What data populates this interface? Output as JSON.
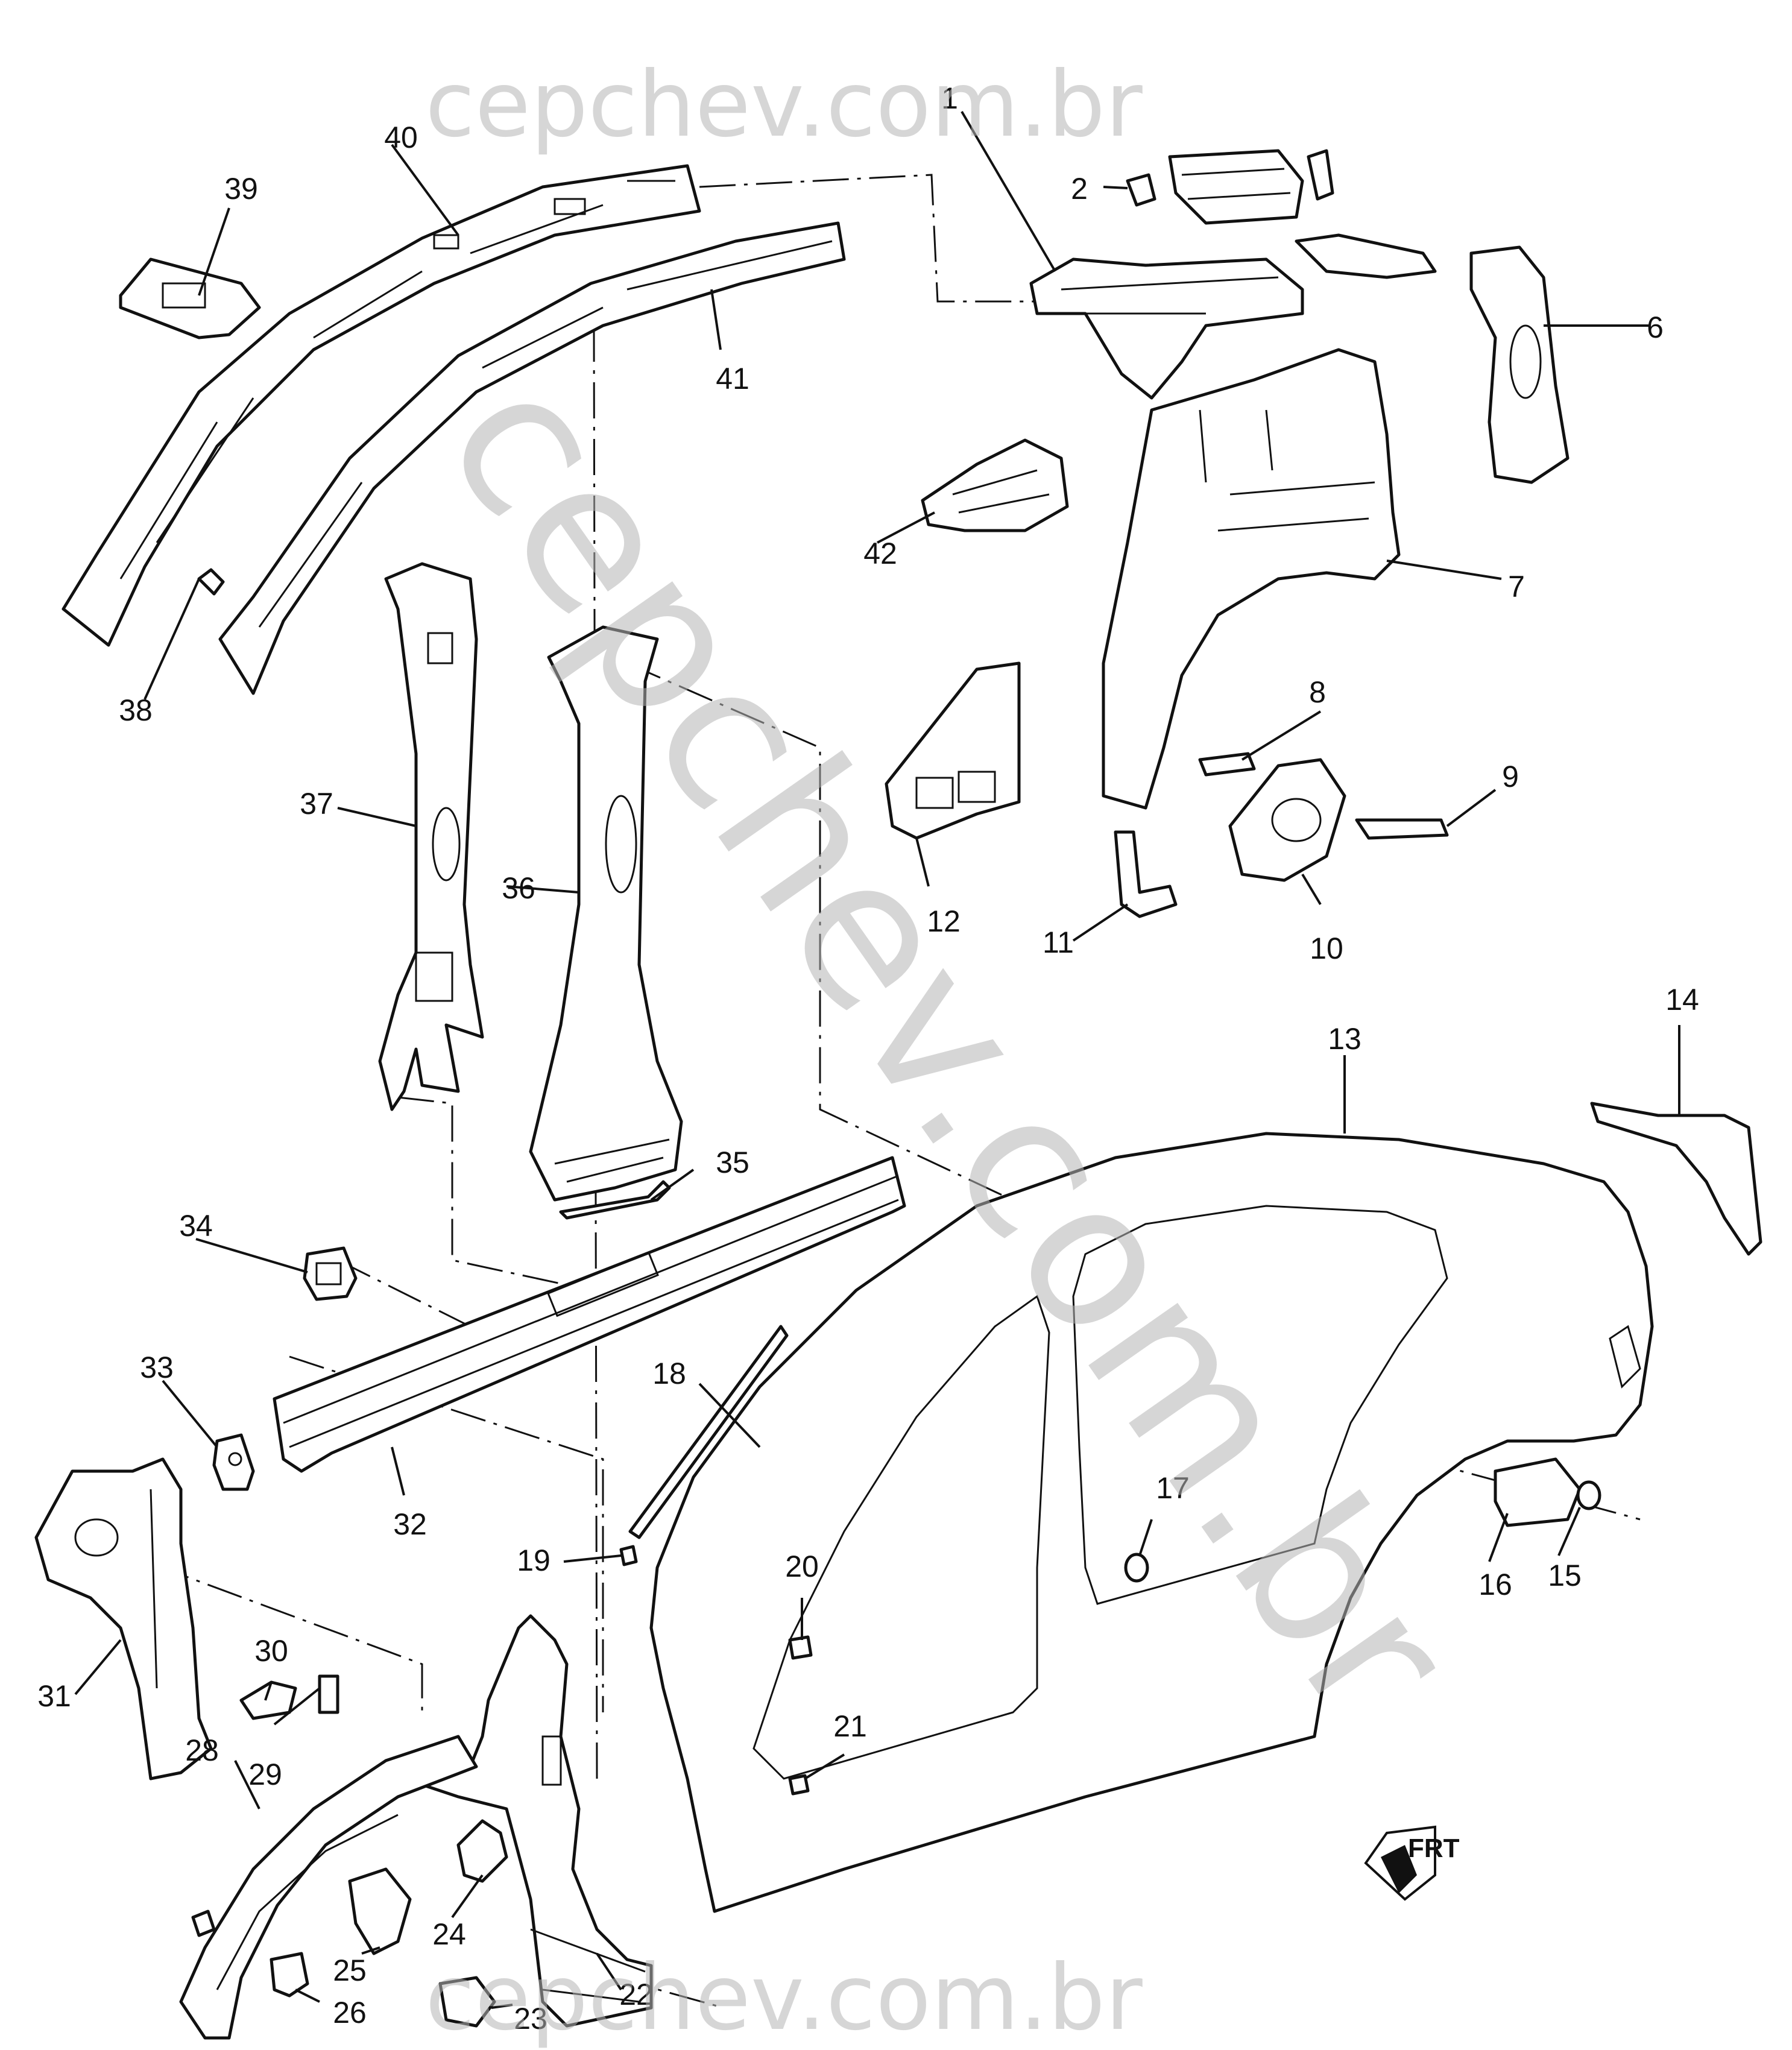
{
  "watermark": {
    "top": "cepchev.com.br",
    "diagonal": "cepchev.com.br",
    "bottom": "cepchev.com.br"
  },
  "orientation_badge": {
    "label": "FRT",
    "icon": "front-arrow-icon"
  },
  "callouts": [
    {
      "id": "1",
      "label": "1"
    },
    {
      "id": "2",
      "label": "2"
    },
    {
      "id": "6",
      "label": "6"
    },
    {
      "id": "7",
      "label": "7"
    },
    {
      "id": "8",
      "label": "8"
    },
    {
      "id": "9",
      "label": "9"
    },
    {
      "id": "10",
      "label": "10"
    },
    {
      "id": "11",
      "label": "11"
    },
    {
      "id": "12",
      "label": "12"
    },
    {
      "id": "13",
      "label": "13"
    },
    {
      "id": "14",
      "label": "14"
    },
    {
      "id": "15",
      "label": "15"
    },
    {
      "id": "16",
      "label": "16"
    },
    {
      "id": "17",
      "label": "17"
    },
    {
      "id": "18",
      "label": "18"
    },
    {
      "id": "19",
      "label": "19"
    },
    {
      "id": "20",
      "label": "20"
    },
    {
      "id": "21",
      "label": "21"
    },
    {
      "id": "22",
      "label": "22"
    },
    {
      "id": "23",
      "label": "23"
    },
    {
      "id": "24",
      "label": "24"
    },
    {
      "id": "25",
      "label": "25"
    },
    {
      "id": "26",
      "label": "26"
    },
    {
      "id": "28",
      "label": "28"
    },
    {
      "id": "29",
      "label": "29"
    },
    {
      "id": "30",
      "label": "30"
    },
    {
      "id": "31",
      "label": "31"
    },
    {
      "id": "32",
      "label": "32"
    },
    {
      "id": "33",
      "label": "33"
    },
    {
      "id": "34",
      "label": "34"
    },
    {
      "id": "35",
      "label": "35"
    },
    {
      "id": "36",
      "label": "36"
    },
    {
      "id": "37",
      "label": "37"
    },
    {
      "id": "38",
      "label": "38"
    },
    {
      "id": "39",
      "label": "39"
    },
    {
      "id": "40",
      "label": "40"
    },
    {
      "id": "41",
      "label": "41"
    },
    {
      "id": "42",
      "label": "42"
    }
  ]
}
